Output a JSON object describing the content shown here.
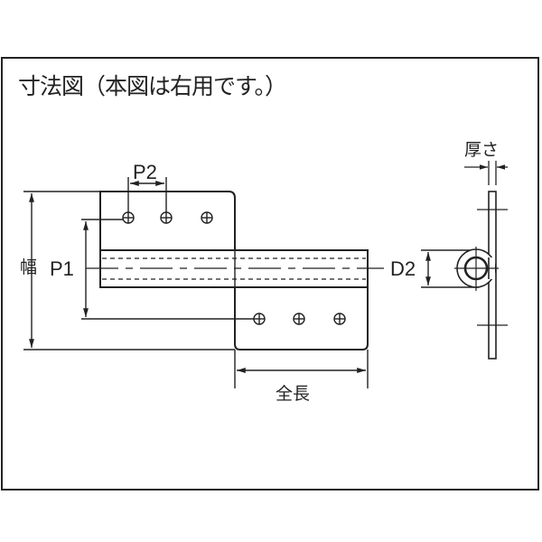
{
  "title": "寸法図（本図は右用です。）",
  "dimensions": {
    "width": "幅",
    "p1": "P1",
    "p2": "P2",
    "total_length": "全長",
    "d2": "D2",
    "thickness": "厚さ"
  }
}
